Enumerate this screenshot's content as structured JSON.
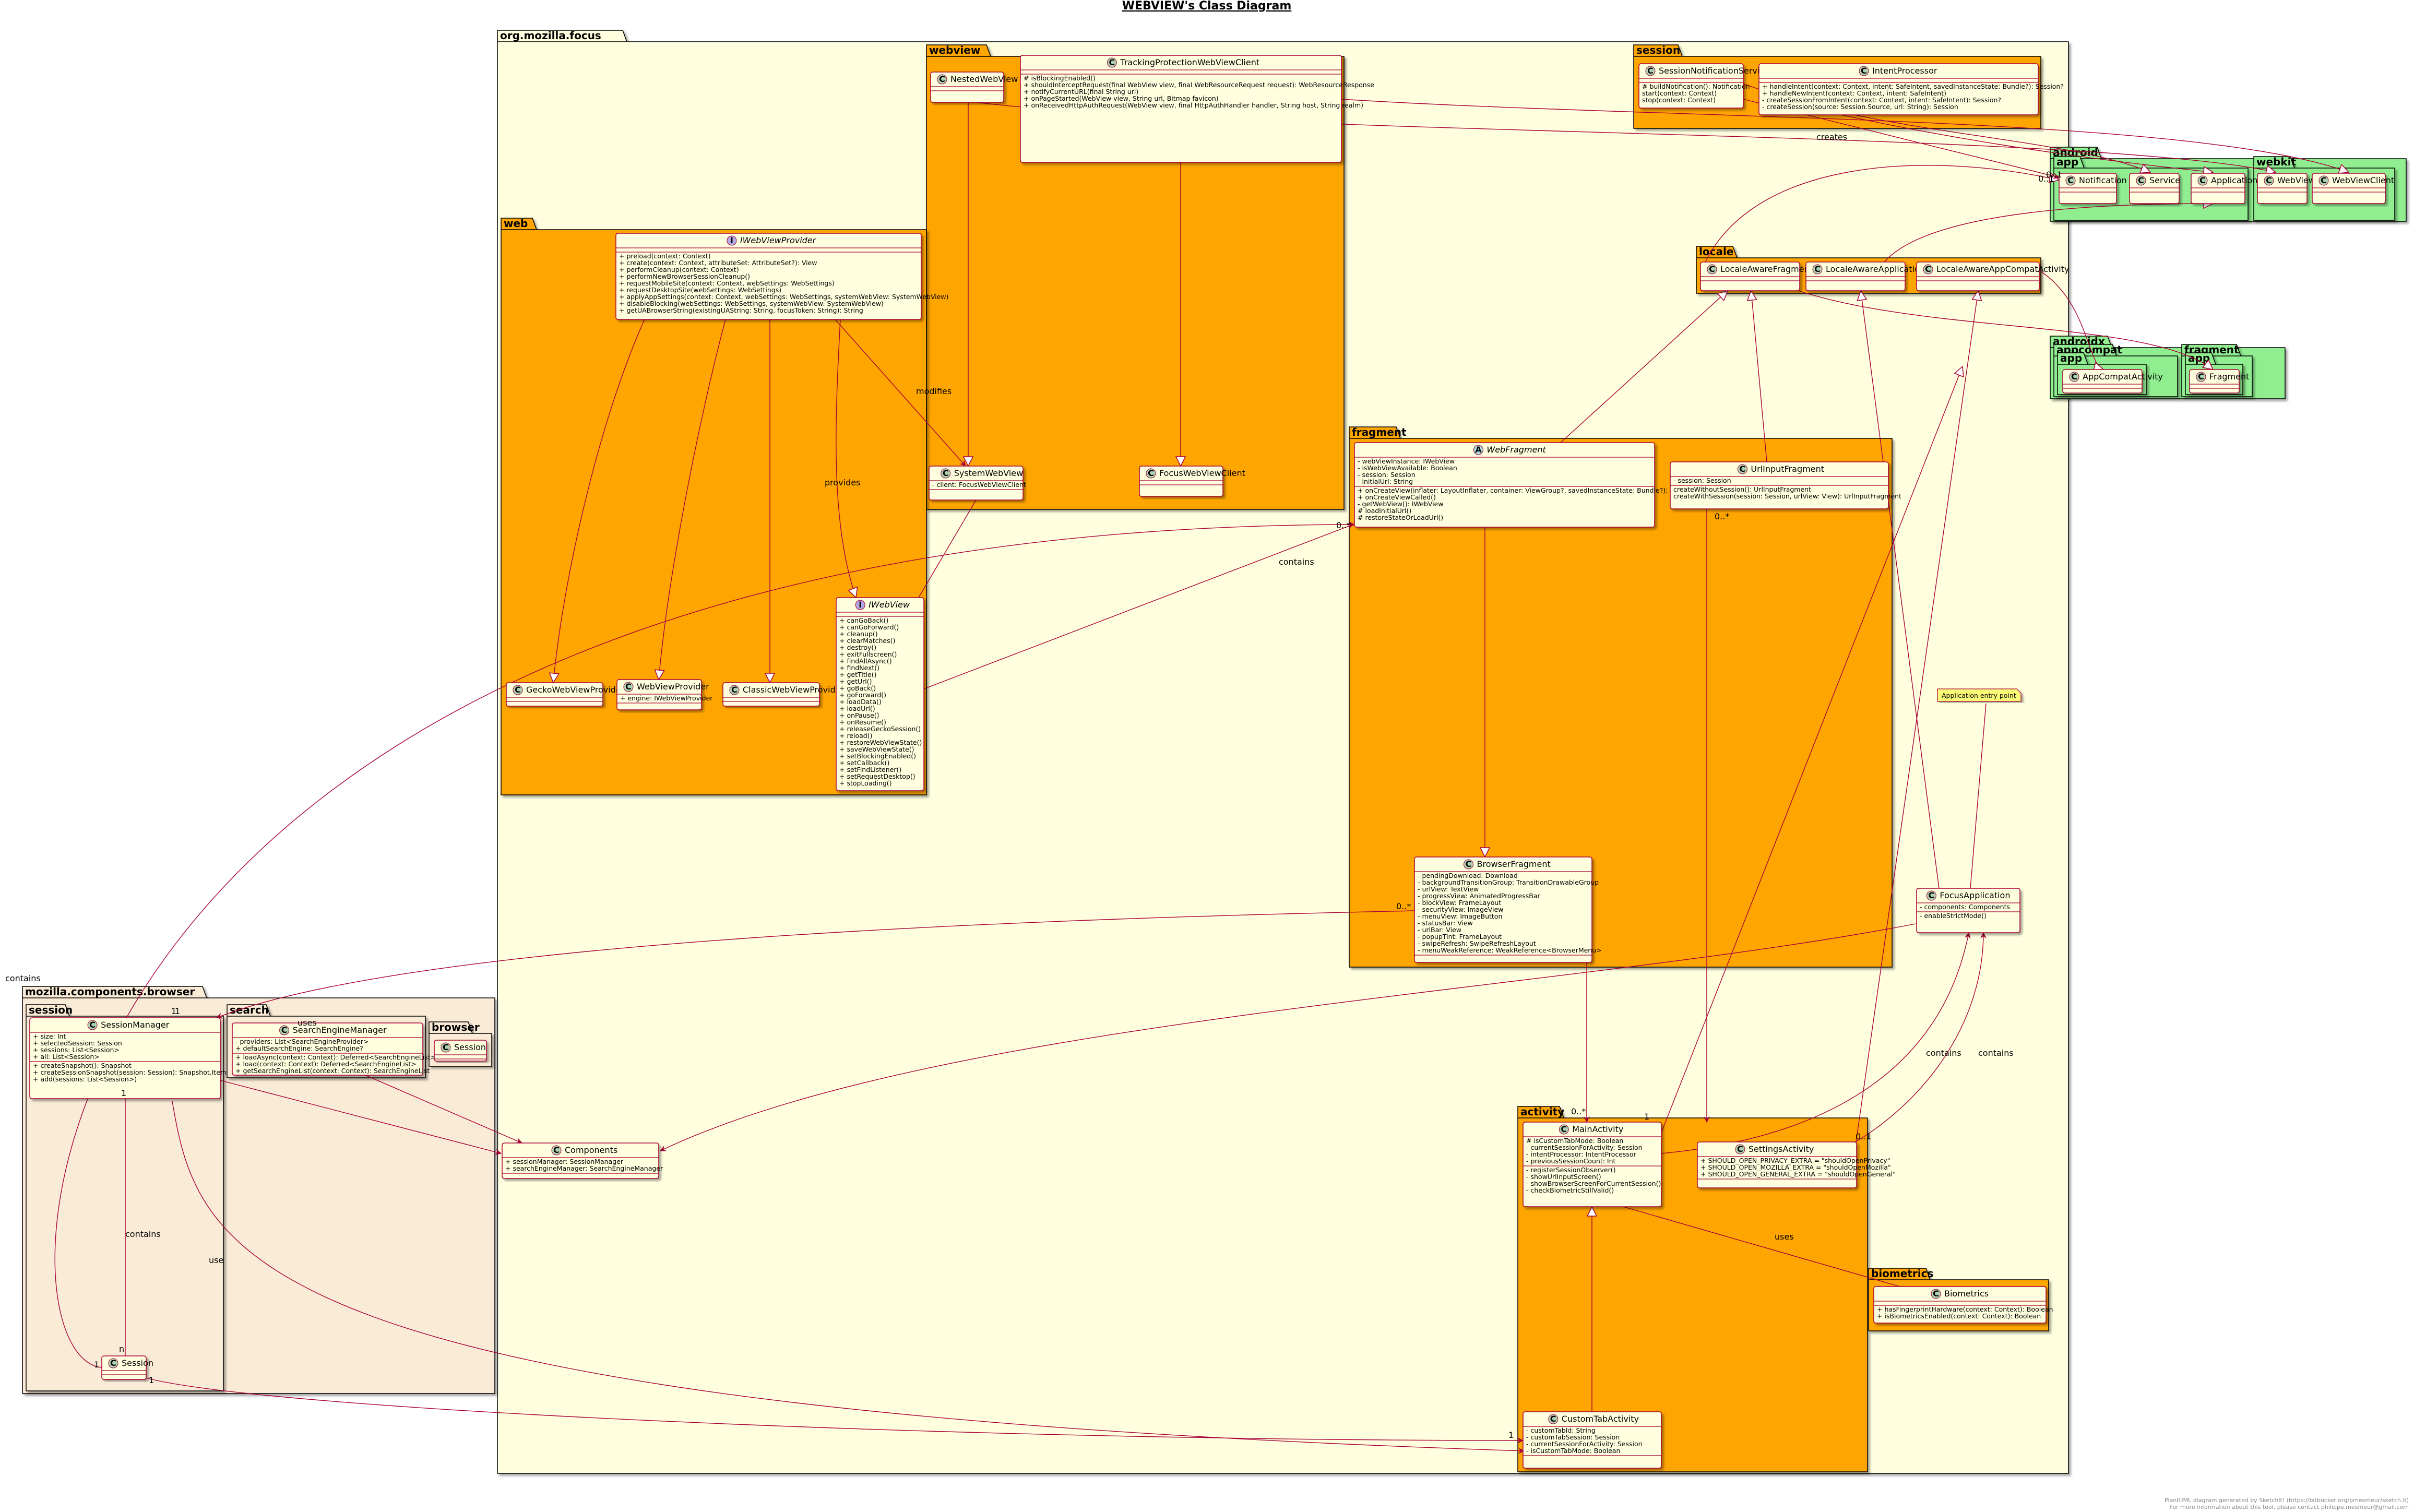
{
  "title": "WEBVIEW's Class Diagram",
  "footer": [
    "PlantUML diagram generated by SketchIt! (https://bitbucket.org/pmesmeur/sketch.it)",
    "For more information about this tool, please contact philippe.mesmeur@gmail.com"
  ],
  "packages": [
    {
      "id": "root",
      "label": "org.mozilla.focus"
    },
    {
      "id": "webview",
      "label": "webview"
    },
    {
      "id": "session",
      "label": "session"
    },
    {
      "id": "web",
      "label": "web"
    },
    {
      "id": "locale",
      "label": "locale"
    },
    {
      "id": "fragment",
      "label": "fragment"
    },
    {
      "id": "activity",
      "label": "activity"
    },
    {
      "id": "biometrics",
      "label": "biometrics"
    },
    {
      "id": "mcb",
      "label": "mozilla.components.browser"
    },
    {
      "id": "mcb_session",
      "label": "session"
    },
    {
      "id": "mcb_search",
      "label": "search"
    },
    {
      "id": "mcb_browser",
      "label": "browser"
    },
    {
      "id": "android",
      "label": "android"
    },
    {
      "id": "android_app",
      "label": "app"
    },
    {
      "id": "android_webkit",
      "label": "webkit"
    },
    {
      "id": "androidx",
      "label": "androidx"
    },
    {
      "id": "appcompat",
      "label": "appcompat"
    },
    {
      "id": "appcompat_app",
      "label": "app"
    },
    {
      "id": "frag_pkg",
      "label": "fragment"
    },
    {
      "id": "frag_app",
      "label": "app"
    }
  ],
  "classes": [
    {
      "id": "NestedWebView",
      "kind": "C",
      "name": "NestedWebView",
      "attrs": [],
      "methods": []
    },
    {
      "id": "TPWVC",
      "kind": "C",
      "name": "TrackingProtectionWebViewClient",
      "attrs": [],
      "methods": [
        "# isBlockingEnabled()",
        "+ shouldInterceptRequest(final WebView view, final WebResourceRequest request): WebResourceResponse",
        "+ notifyCurrentURL(final String url)",
        "+ onPageStarted(WebView view, String url, Bitmap favicon)",
        "+ onReceivedHttpAuthRequest(WebView view, final HttpAuthHandler handler, String host, String realm)"
      ]
    },
    {
      "id": "SystemWebView",
      "kind": "C",
      "name": "SystemWebView",
      "attrs": [
        "- client: FocusWebViewClient"
      ],
      "methods": []
    },
    {
      "id": "FocusWebViewClient",
      "kind": "C",
      "name": "FocusWebViewClient",
      "attrs": [],
      "methods": []
    },
    {
      "id": "SNS",
      "kind": "C",
      "name": "SessionNotificationService",
      "attrs": [],
      "methods": [
        "# buildNotification(): Notification",
        "  start(context: Context)",
        "  stop(context: Context)"
      ]
    },
    {
      "id": "IntentProcessor",
      "kind": "C",
      "name": "IntentProcessor",
      "attrs": [],
      "methods": [
        "+ handleIntent(context: Context, intent: SafeIntent, savedInstanceState: Bundle?): Session?",
        "+ handleNewIntent(context: Context, intent: SafeIntent)",
        "- createSessionFromIntent(context: Context, intent: SafeIntent): Session?",
        "- createSession(source: Session.Source, url: String): Session"
      ]
    },
    {
      "id": "IWebViewProvider",
      "kind": "I",
      "name": "IWebViewProvider",
      "attrs": [],
      "methods": [
        "+ preload(context: Context)",
        "+ create(context: Context, attributeSet: AttributeSet?): View",
        "+ performCleanup(context: Context)",
        "+ performNewBrowserSessionCleanup()",
        "+ requestMobileSite(context: Context, webSettings: WebSettings)",
        "+ requestDesktopSite(webSettings: WebSettings)",
        "+ applyAppSettings(context: Context, webSettings: WebSettings, systemWebView: SystemWebView)",
        "+ disableBlocking(webSettings: WebSettings, systemWebView: SystemWebView)",
        "+ getUABrowserString(existingUAString: String, focusToken: String): String"
      ]
    },
    {
      "id": "GeckoWebViewProvider",
      "kind": "C",
      "name": "GeckoWebViewProvider",
      "attrs": [],
      "methods": []
    },
    {
      "id": "WebViewProvider",
      "kind": "C",
      "name": "WebViewProvider",
      "attrs": [
        "+ engine: IWebViewProvider"
      ],
      "methods": []
    },
    {
      "id": "ClassicWebViewProvider",
      "kind": "C",
      "name": "ClassicWebViewProvider",
      "attrs": [],
      "methods": []
    },
    {
      "id": "IWebView",
      "kind": "I",
      "name": "IWebView",
      "attrs": [],
      "methods": [
        "+ canGoBack()",
        "+ canGoForward()",
        "+ cleanup()",
        "+ clearMatches()",
        "+ destroy()",
        "+ exitFullscreen()",
        "+ findAllAsync()",
        "+ findNext()",
        "+ getTitle()",
        "+ getUrl()",
        "+ goBack()",
        "+ goForward()",
        "+ loadData()",
        "+ loadUrl()",
        "+ onPause()",
        "+ onResume()",
        "+ releaseGeckoSession()",
        "+ reload()",
        "+ restoreWebViewState()",
        "+ saveWebViewState()",
        "+ setBlockingEnabled()",
        "+ setCallback()",
        "+ setFindListener()",
        "+ setRequestDesktop()",
        "+ stopLoading()"
      ]
    },
    {
      "id": "LocaleAwareFragment",
      "kind": "C",
      "name": "LocaleAwareFragment",
      "attrs": [],
      "methods": []
    },
    {
      "id": "LocaleAwareApplication",
      "kind": "C",
      "name": "LocaleAwareApplication",
      "attrs": [],
      "methods": []
    },
    {
      "id": "LocaleAwareAppCompatActivity",
      "kind": "C",
      "name": "LocaleAwareAppCompatActivity",
      "attrs": [],
      "methods": []
    },
    {
      "id": "WebFragment",
      "kind": "A",
      "name": "WebFragment",
      "attrs": [
        "- webViewInstance: IWebView",
        "- isWebViewAvailable: Boolean",
        "- session: Session",
        "- initialUrl: String"
      ],
      "methods": [
        "+ onCreateView(inflater: LayoutInflater, container: ViewGroup?, savedInstanceState: Bundle?): View",
        "+ onCreateViewCalled()",
        "- getWebView(): IWebView",
        "# loadInitialUrl()",
        "# restoreStateOrLoadUrl()"
      ]
    },
    {
      "id": "UrlInputFragment",
      "kind": "C",
      "name": "UrlInputFragment",
      "attrs": [
        "- session: Session"
      ],
      "methods": [
        "  createWithoutSession(): UrlInputFragment",
        "  createWithSession(session: Session, urlView: View): UrlInputFragment"
      ]
    },
    {
      "id": "BrowserFragment",
      "kind": "C",
      "name": "BrowserFragment",
      "attrs": [
        "- pendingDownload: Download",
        "- backgroundTransitionGroup: TransitionDrawableGroup",
        "- urlView: TextView",
        "- progressView: AnimatedProgressBar",
        "- blockView: FrameLayout",
        "- securityView: ImageView",
        "- menuView: ImageButton",
        "- statusBar: View",
        "- urlBar: View",
        "- popupTint: FrameLayout",
        "- swipeRefresh: SwipeRefreshLayout",
        "- menuWeakReference: WeakReference<BrowserMenu>"
      ],
      "methods": []
    },
    {
      "id": "MainActivity",
      "kind": "C",
      "name": "MainActivity",
      "attrs": [
        "# isCustomTabMode: Boolean",
        "- currentSessionForActivity: Session",
        "- intentProcessor: IntentProcessor",
        "- previousSessionCount: Int"
      ],
      "methods": [
        "- registerSessionObserver()",
        "- showUrlInputScreen()",
        "- showBrowserScreenForCurrentSession()",
        "- checkBiometricStillValid()"
      ]
    },
    {
      "id": "SettingsActivity",
      "kind": "C",
      "name": "SettingsActivity",
      "attrs": [
        "+ SHOULD_OPEN_PRIVACY_EXTRA = \"shouldOpenPrivacy\"",
        "+ SHOULD_OPEN_MOZILLA_EXTRA = \"shouldOpenMozilla\"",
        "+ SHOULD_OPEN_GENERAL_EXTRA = \"shouldOpenGeneral\""
      ],
      "methods": []
    },
    {
      "id": "CustomTabActivity",
      "kind": "C",
      "name": "CustomTabActivity",
      "attrs": [
        "- customTabId: String",
        "- customTabSession: Session",
        "- currentSessionForActivity: Session",
        "- isCustomTabMode: Boolean"
      ],
      "methods": []
    },
    {
      "id": "Biometrics",
      "kind": "C",
      "name": "Biometrics",
      "attrs": [],
      "methods": [
        "+ hasFingerprintHardware(context: Context): Boolean",
        "+ isBiometricsEnabled(context: Context): Boolean"
      ]
    },
    {
      "id": "FocusApplication",
      "kind": "C",
      "name": "FocusApplication",
      "attrs": [
        "- components: Components"
      ],
      "methods": [
        "- enableStrictMode()"
      ]
    },
    {
      "id": "Components",
      "kind": "C",
      "name": "Components",
      "attrs": [
        "+ sessionManager: SessionManager",
        "+ searchEngineManager: SearchEngineManager"
      ],
      "methods": []
    },
    {
      "id": "SessionManager",
      "kind": "C",
      "name": "SessionManager",
      "attrs": [
        "+ size: Int",
        "+ selectedSession: Session",
        "+ sessions: List<Session>",
        "+ all: List<Session>"
      ],
      "methods": [
        "+ createSnapshot(): Snapshot",
        "+ createSessionSnapshot(session: Session): Snapshot.Item",
        "+ add(sessions: List<Session>)"
      ]
    },
    {
      "id": "Session",
      "kind": "C",
      "name": "Session",
      "attrs": [],
      "methods": []
    },
    {
      "id": "SearchEngineManager",
      "kind": "C",
      "name": "SearchEngineManager",
      "attrs": [
        "- providers: List<SearchEngineProvider>",
        "+ defaultSearchEngine: SearchEngine?"
      ],
      "methods": [
        "+ loadAsync(context: Context): Deferred<SearchEngineList>",
        "+ load(context: Context): Deferred<SearchEngineList>",
        "+ getSearchEngineList(context: Context): SearchEngineList"
      ]
    },
    {
      "id": "BrowserSession",
      "kind": "C",
      "name": "Session",
      "attrs": [],
      "methods": []
    },
    {
      "id": "Notification",
      "kind": "C",
      "name": "Notification",
      "attrs": [],
      "methods": []
    },
    {
      "id": "Service",
      "kind": "C",
      "name": "Service",
      "attrs": [],
      "methods": []
    },
    {
      "id": "Application",
      "kind": "C",
      "name": "Application",
      "attrs": [],
      "methods": []
    },
    {
      "id": "WebView",
      "kind": "C",
      "name": "WebView",
      "attrs": [],
      "methods": []
    },
    {
      "id": "WebViewClient",
      "kind": "C",
      "name": "WebViewClient",
      "attrs": [],
      "methods": []
    },
    {
      "id": "AppCompatActivity",
      "kind": "C",
      "name": "AppCompatActivity",
      "attrs": [],
      "methods": []
    },
    {
      "id": "Fragment",
      "kind": "C",
      "name": "Fragment",
      "attrs": [],
      "methods": []
    }
  ],
  "note": "Application entry point",
  "edge_labels": {
    "modifies": "modifies",
    "provides": "provides",
    "contains_web": "contains",
    "creates": "creates",
    "uses_browser": "uses",
    "contains_session": "contains",
    "contains_left": "contains",
    "use": "use",
    "contains_main": "contains",
    "contains_settings": "contains",
    "uses_bio": "uses"
  },
  "multiplicities": {
    "m1": "0..*",
    "m2": "1",
    "m3": "0..*",
    "m4": "1",
    "m5": "0..*",
    "m6": "1",
    "m7": "n",
    "m8": "1",
    "m9": "0..*",
    "m10": "1",
    "m11": "0..1",
    "m12": "0..1",
    "m13": "1",
    "m14": "1",
    "m15": "1",
    "m16": "0..1"
  },
  "colors": {
    "root": "#FFFFE0",
    "sub": "#FFA500",
    "mcb": "#FAEBD7",
    "android": "#90EE90",
    "classFill": "#FFFFE0",
    "border": "#A80036",
    "circleC": "#ADD1B2",
    "circleI": "#B4A7E5",
    "circleA": "#A9DCDF",
    "noteFill": "#FBFB77"
  }
}
